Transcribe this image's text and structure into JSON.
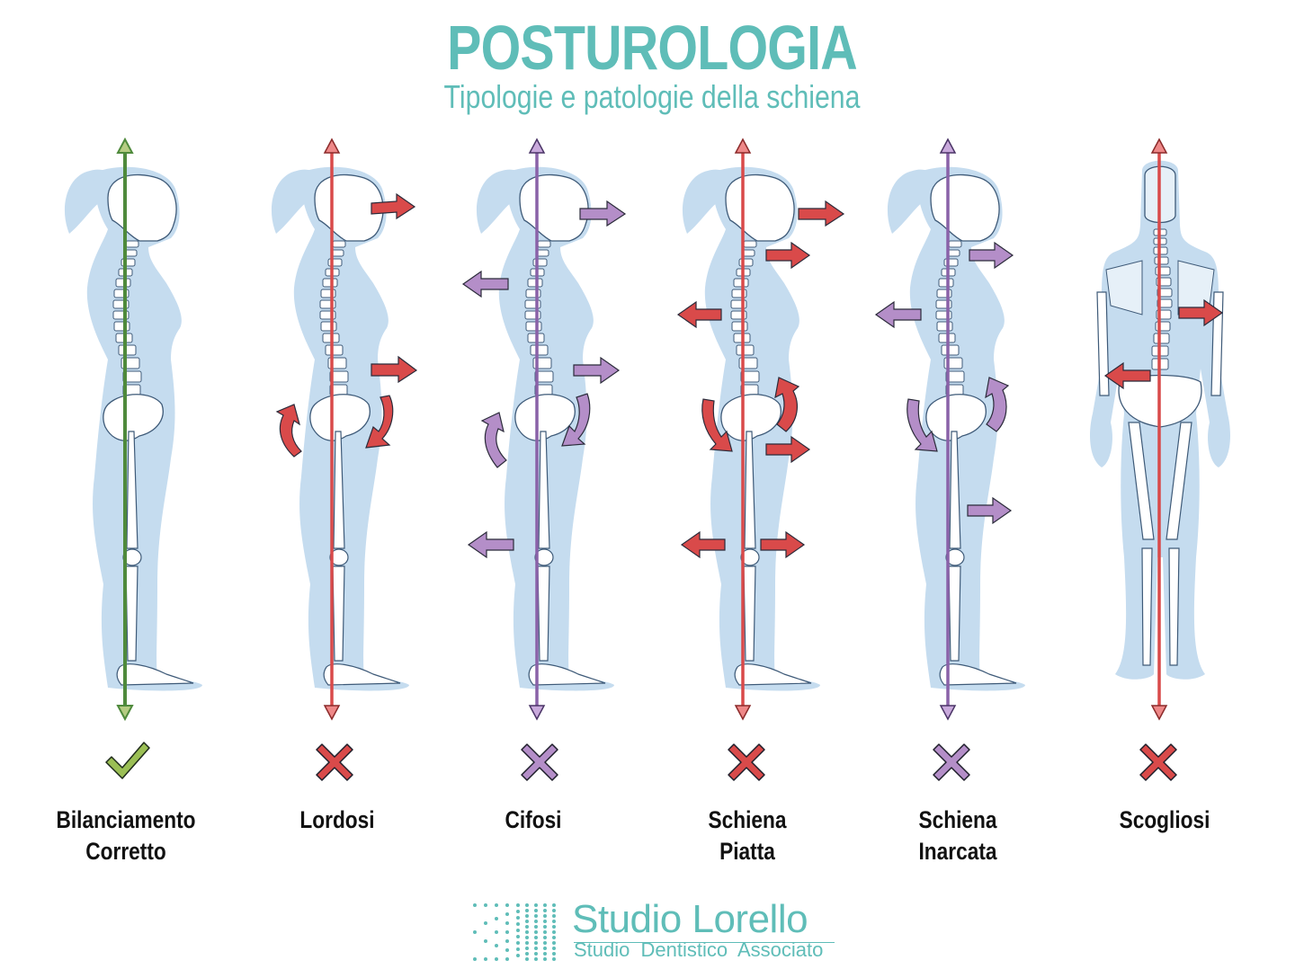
{
  "header": {
    "title": "POSTUROLOGIA",
    "subtitle": "Tipologie e patologie della schiena"
  },
  "colors": {
    "brand_teal": "#5fbdb8",
    "body_silhouette": "#c5dcef",
    "correct_green": "#9bbf55",
    "error_red": "#d94a4a",
    "error_purple": "#b48ec8",
    "label_text": "#111111"
  },
  "postures": [
    {
      "label_line1": "Bilanciamento",
      "label_line2": "Corretto",
      "status": "check-icon",
      "axis_color": "#4f8a3c",
      "view": "side"
    },
    {
      "label_line1": "Lordosi",
      "label_line2": "",
      "status": "cross-icon",
      "axis_color": "#d94a4a",
      "view": "side"
    },
    {
      "label_line1": "Cifosi",
      "label_line2": "",
      "status": "cross-icon",
      "axis_color": "#8a62a8",
      "view": "side"
    },
    {
      "label_line1": "Schiena",
      "label_line2": "Piatta",
      "status": "cross-icon",
      "axis_color": "#d94a4a",
      "view": "side"
    },
    {
      "label_line1": "Schiena",
      "label_line2": "Inarcata",
      "status": "cross-icon",
      "axis_color": "#8a62a8",
      "view": "side"
    },
    {
      "label_line1": "Scogliosi",
      "label_line2": "",
      "status": "cross-icon",
      "axis_color": "#d94a4a",
      "view": "back"
    }
  ],
  "footer": {
    "brand_name": "Studio Lorello",
    "brand_tagline": "Studio Dentistico Associato"
  }
}
